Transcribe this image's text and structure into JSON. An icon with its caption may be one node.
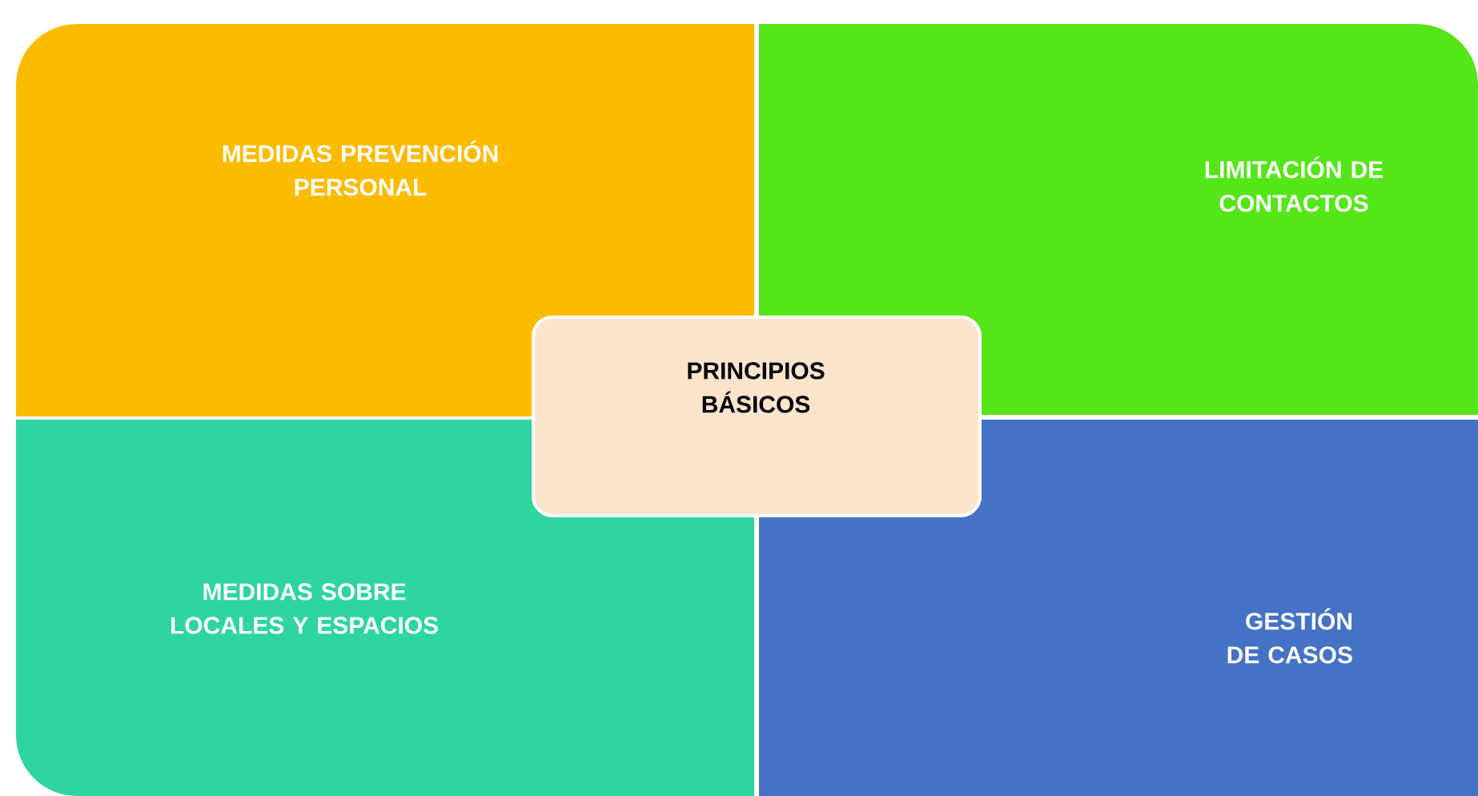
{
  "diagram": {
    "nodes": [
      {
        "text": [
          "MEDIDAS PREVENCIÓN PERSONAL"
        ]
      },
      {
        "text": [
          "LIMITACIÓN DE CONTACTOS"
        ]
      },
      {
        "text": [
          "PRINCIPIOS BÁSICOS"
        ]
      },
      {
        "text": [
          "MEDIDAS SOBRE LOCALES Y ESPACIOS"
        ]
      },
      {
        "text": [
          "GESTIÓN DE CASOS"
        ]
      }
    ]
  }
}
